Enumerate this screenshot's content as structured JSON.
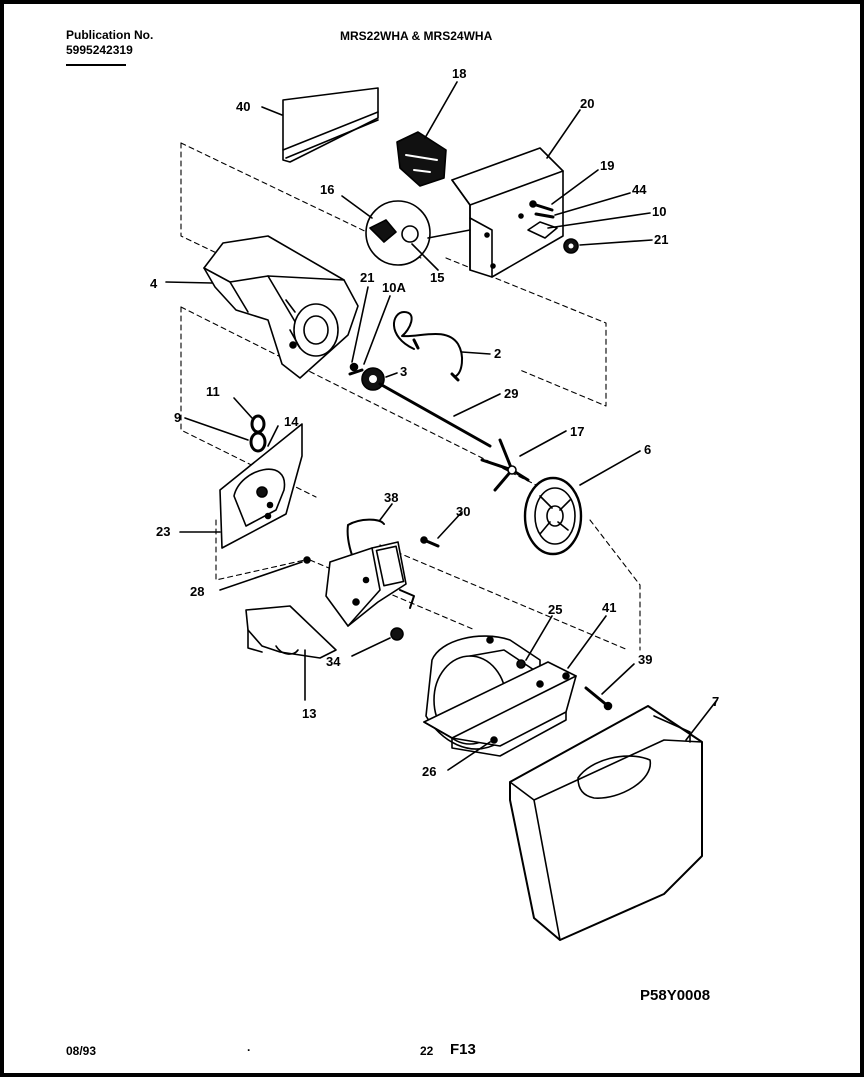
{
  "header": {
    "publication_label": "Publication No.",
    "publication_number": "5995242319",
    "models": "MRS22WHA & MRS24WHA"
  },
  "diagram": {
    "drawing_code": "P58Y0008",
    "callouts": [
      {
        "id": "c40",
        "label": "40"
      },
      {
        "id": "c18a",
        "label": "18"
      },
      {
        "id": "c20",
        "label": "20"
      },
      {
        "id": "c19",
        "label": "19"
      },
      {
        "id": "c44",
        "label": "44"
      },
      {
        "id": "c10",
        "label": "10"
      },
      {
        "id": "c21a",
        "label": "21"
      },
      {
        "id": "c16",
        "label": "16"
      },
      {
        "id": "c15",
        "label": "15"
      },
      {
        "id": "c4",
        "label": "4"
      },
      {
        "id": "c21b",
        "label": "21"
      },
      {
        "id": "c10a",
        "label": "10A"
      },
      {
        "id": "c2",
        "label": "2"
      },
      {
        "id": "c3",
        "label": "3"
      },
      {
        "id": "c29",
        "label": "29"
      },
      {
        "id": "c11",
        "label": "11"
      },
      {
        "id": "c9",
        "label": "9"
      },
      {
        "id": "c14",
        "label": "14"
      },
      {
        "id": "c17",
        "label": "17"
      },
      {
        "id": "c6",
        "label": "6"
      },
      {
        "id": "c38",
        "label": "38"
      },
      {
        "id": "c30",
        "label": "30"
      },
      {
        "id": "c23",
        "label": "23"
      },
      {
        "id": "c28",
        "label": "28"
      },
      {
        "id": "c25",
        "label": "25"
      },
      {
        "id": "c41",
        "label": "41"
      },
      {
        "id": "c34",
        "label": "34"
      },
      {
        "id": "c39",
        "label": "39"
      },
      {
        "id": "c13",
        "label": "13"
      },
      {
        "id": "c7",
        "label": "7"
      },
      {
        "id": "c26",
        "label": "26"
      }
    ]
  },
  "footer": {
    "date": "08/93",
    "page": "22",
    "figure": "F13"
  }
}
